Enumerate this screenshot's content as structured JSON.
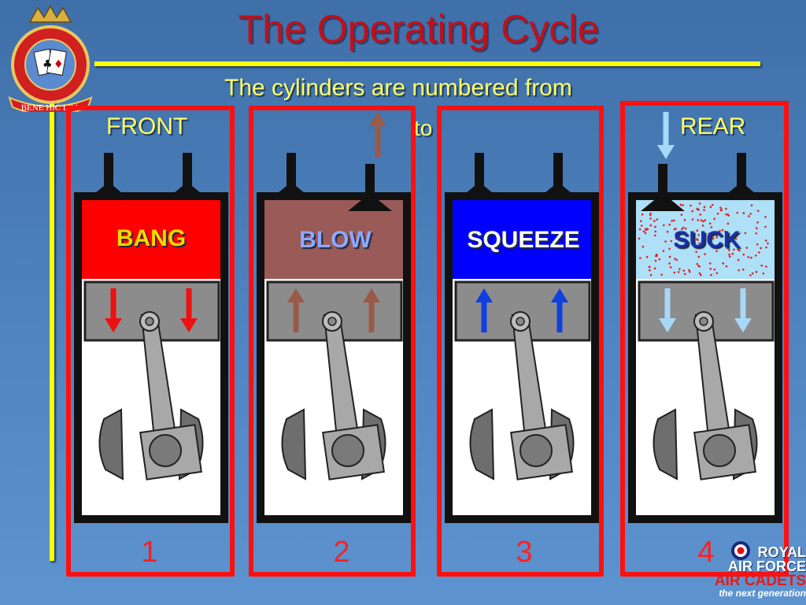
{
  "title": "The Operating Cycle",
  "subtitle": "The cylinders are numbered from",
  "subtitle_tail": "to",
  "labels": {
    "front": "FRONT",
    "rear": "REAR"
  },
  "cylinders": [
    {
      "number": "1",
      "stroke": "BANG",
      "gas_color": "#ff0000",
      "label_color": "#ffd700",
      "arrow_color": "#ee1111",
      "piston_dir": "down"
    },
    {
      "number": "2",
      "stroke": "BLOW",
      "gas_color": "#9a5a58",
      "label_color": "#8ea8ff",
      "arrow_color": "#9a5a48",
      "piston_dir": "up"
    },
    {
      "number": "3",
      "stroke": "SQUEEZE",
      "gas_color": "#0000ff",
      "label_color": "#ffffff",
      "arrow_color": "#1040e0",
      "piston_dir": "up"
    },
    {
      "number": "4",
      "stroke": "SUCK",
      "gas_color": "#aee0f8",
      "label_color": "#1a2ea8",
      "arrow_color": "#a8d8f8",
      "piston_dir": "down"
    }
  ],
  "crest": {
    "icon": "squadron-crest-icon",
    "motto": "BENE HIC LEA"
  },
  "brand": {
    "line1": "ROYAL",
    "line2": "AIR FORCE",
    "line3": "AIR CADETS",
    "tagline": "the next generation"
  }
}
